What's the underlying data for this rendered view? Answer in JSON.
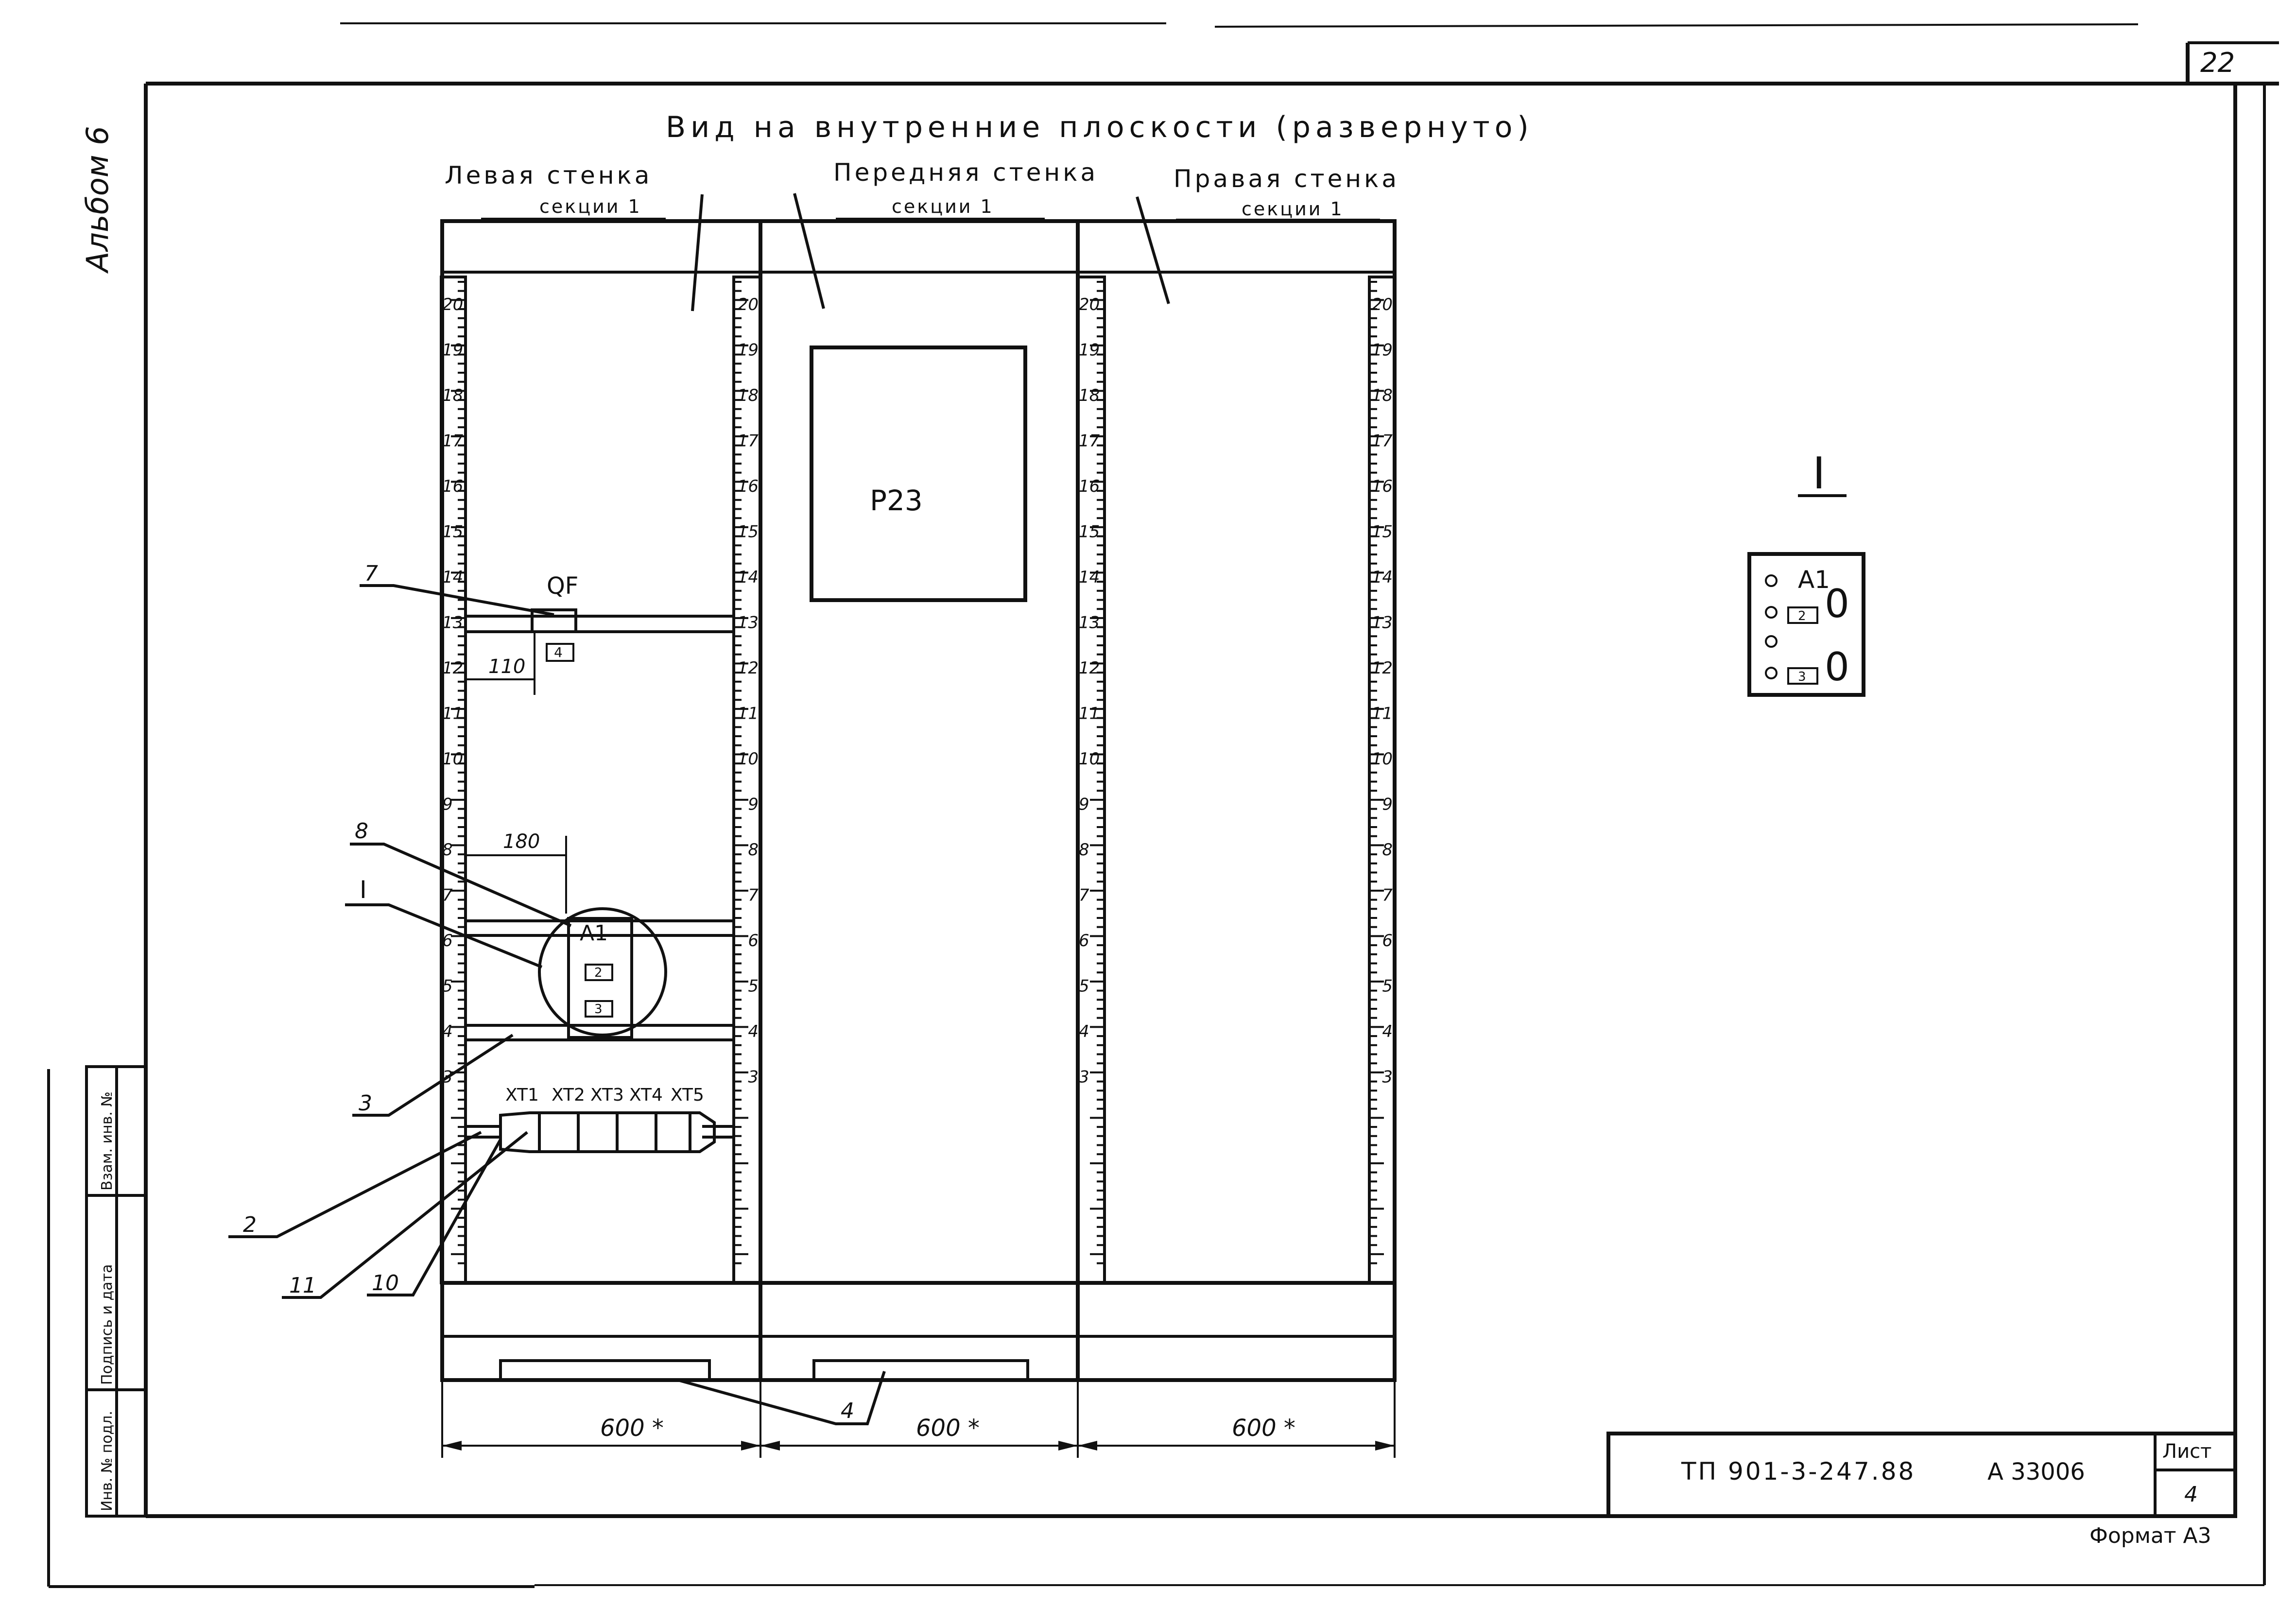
{
  "sheet": {
    "page_number": "22",
    "album_label": "Альбом 6",
    "format_label": "Формат А3"
  },
  "drawing": {
    "title": "Вид на внутренние плоскости (развернуто)",
    "walls": [
      {
        "name": "Левая стенка",
        "section": "секции 1"
      },
      {
        "name": "Передняя стенка",
        "section": "секции 1"
      },
      {
        "name": "Правая стенка",
        "section": "секции 1"
      }
    ],
    "scale_numbers": [
      "20",
      "19",
      "18",
      "17",
      "16",
      "15",
      "14",
      "13",
      "12",
      "11",
      "10",
      "9",
      "8",
      "7",
      "6",
      "5",
      "4",
      "3"
    ],
    "front_device": "Р23",
    "breaker_label": "QF",
    "breaker_box": "4",
    "dim_110": "110",
    "dim_180": "180",
    "terminals": [
      "XT1",
      "XT2",
      "XT3",
      "XT4",
      "XT5"
    ],
    "module_label": "А1",
    "module_boxes": [
      "2",
      "3"
    ],
    "callout_I": "I",
    "leaders": [
      "7",
      "8",
      "3",
      "2",
      "11",
      "10",
      "4"
    ],
    "widths": [
      "600 *",
      "600 *",
      "600 *"
    ]
  },
  "detail": {
    "title": "I",
    "module_label": "А1",
    "boxes": [
      "2",
      "3"
    ],
    "zero_marks": [
      "0",
      "0"
    ]
  },
  "stamp": {
    "doc_code": "ТП 901-3-247.88",
    "album_code": "А 33006",
    "sheet_label": "Лист",
    "sheet_number": "4"
  },
  "side_stamp": {
    "cells": [
      "Инв. № подл.",
      "Подпись и дата",
      "Взам. инв. №"
    ]
  }
}
